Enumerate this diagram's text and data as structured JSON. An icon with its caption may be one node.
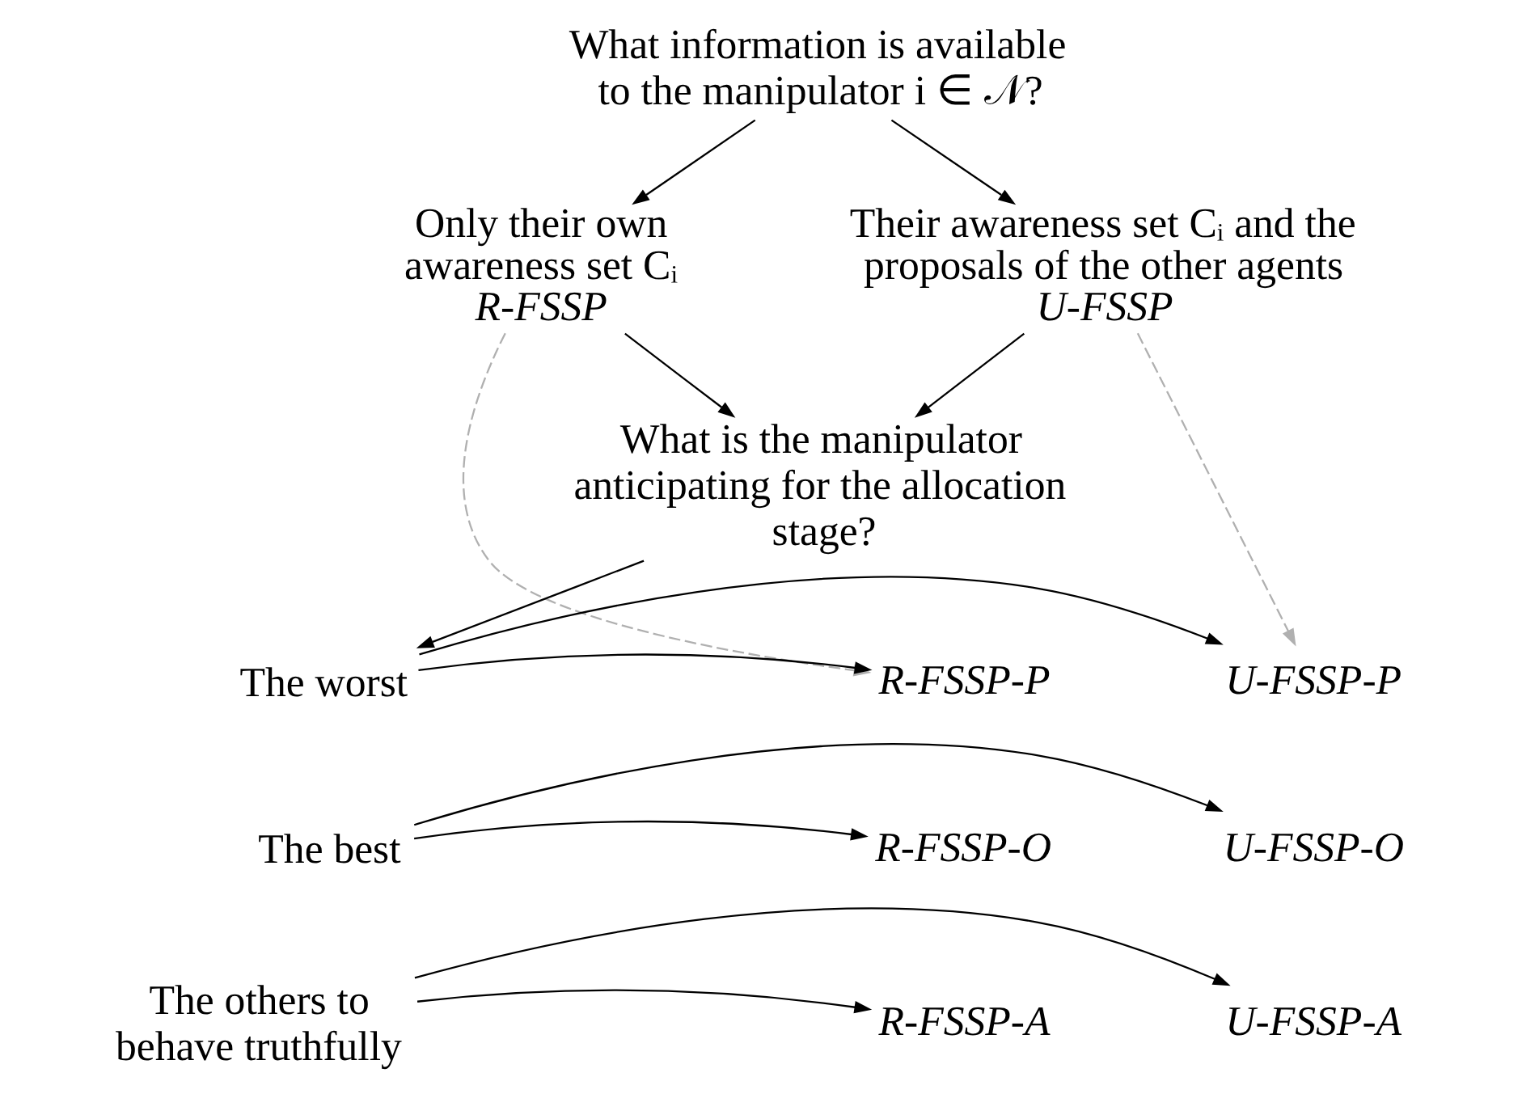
{
  "diagram": {
    "nodes": [
      {
        "text": [
          "What information is available to the manipulator i ∈ 𝒩?"
        ]
      },
      {
        "text": [
          "Only their own awareness set Cᵢ",
          "R-FSSP"
        ]
      },
      {
        "text": [
          "Their awareness set Cᵢ and the proposals of the other agents",
          "U-FSSP"
        ]
      },
      {
        "text": [
          "What is the manipulator anticipating for the allocation stage?"
        ]
      },
      {
        "text": [
          "R-FSSP-P"
        ]
      },
      {
        "text": [
          "The worst"
        ]
      },
      {
        "text": [
          "U-FSSP-P"
        ]
      },
      {
        "text": [
          "R-FSSP-O"
        ]
      },
      {
        "text": [
          "The best"
        ]
      },
      {
        "text": [
          "U-FSSP-O"
        ]
      },
      {
        "text": [
          "R-FSSP-A"
        ]
      },
      {
        "text": [
          "The others to behave truthfully"
        ]
      },
      {
        "text": [
          "U-FSSP-A"
        ]
      }
    ],
    "edges": [
      {
        "from": 0,
        "to": 1,
        "arrow": "to"
      },
      {
        "from": 0,
        "to": 2,
        "arrow": "to"
      },
      {
        "from": 1,
        "to": 3,
        "arrow": "to"
      },
      {
        "from": 2,
        "to": 3,
        "arrow": "to"
      },
      {
        "from": 1,
        "to": 4,
        "arrow": "to",
        "style": "dashed",
        "color": "#b0b0b0"
      },
      {
        "from": 2,
        "to": 6,
        "arrow": "to",
        "style": "dashed",
        "color": "#b0b0b0"
      },
      {
        "from": 3,
        "to": 5,
        "arrow": "to"
      },
      {
        "from": 5,
        "to": 4,
        "arrow": "to"
      },
      {
        "from": 5,
        "to": 6,
        "arrow": "to"
      },
      {
        "from": 8,
        "to": 7,
        "arrow": "to"
      },
      {
        "from": 8,
        "to": 9,
        "arrow": "to"
      },
      {
        "from": 11,
        "to": 10,
        "arrow": "to"
      },
      {
        "from": 11,
        "to": 12,
        "arrow": "to"
      }
    ]
  }
}
